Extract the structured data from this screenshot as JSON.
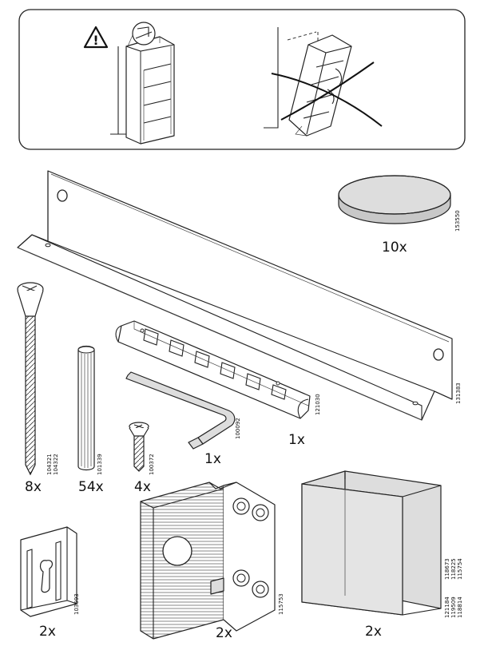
{
  "warning_panel": {
    "warning_symbol": "!"
  },
  "parts": [
    {
      "id": "cap",
      "quantity": "10x",
      "part_numbers": [
        "153550"
      ]
    },
    {
      "id": "rail",
      "quantity": "",
      "part_numbers": [
        "131383"
      ]
    },
    {
      "id": "strip",
      "quantity": "1x",
      "part_numbers": [
        "121030"
      ]
    },
    {
      "id": "allen_key",
      "quantity": "1x",
      "part_numbers": [
        "100092"
      ]
    },
    {
      "id": "long_screw",
      "quantity": "8x",
      "part_numbers": [
        "104321",
        "104322"
      ]
    },
    {
      "id": "dowel",
      "quantity": "54x",
      "part_numbers": [
        "101339"
      ]
    },
    {
      "id": "short_screw",
      "quantity": "4x",
      "part_numbers": [
        "100372"
      ]
    },
    {
      "id": "hanger_plate",
      "quantity": "2x",
      "part_numbers": [
        "103693"
      ]
    },
    {
      "id": "corner_bracket",
      "quantity": "2x",
      "part_numbers": [
        "115753"
      ]
    },
    {
      "id": "corner_piece",
      "quantity": "2x",
      "part_numbers": [
        "121184",
        "119509",
        "118814",
        "118673",
        "118225",
        "115754"
      ]
    }
  ],
  "icons": [
    "warning-triangle-icon",
    "crossed-out-icon"
  ]
}
